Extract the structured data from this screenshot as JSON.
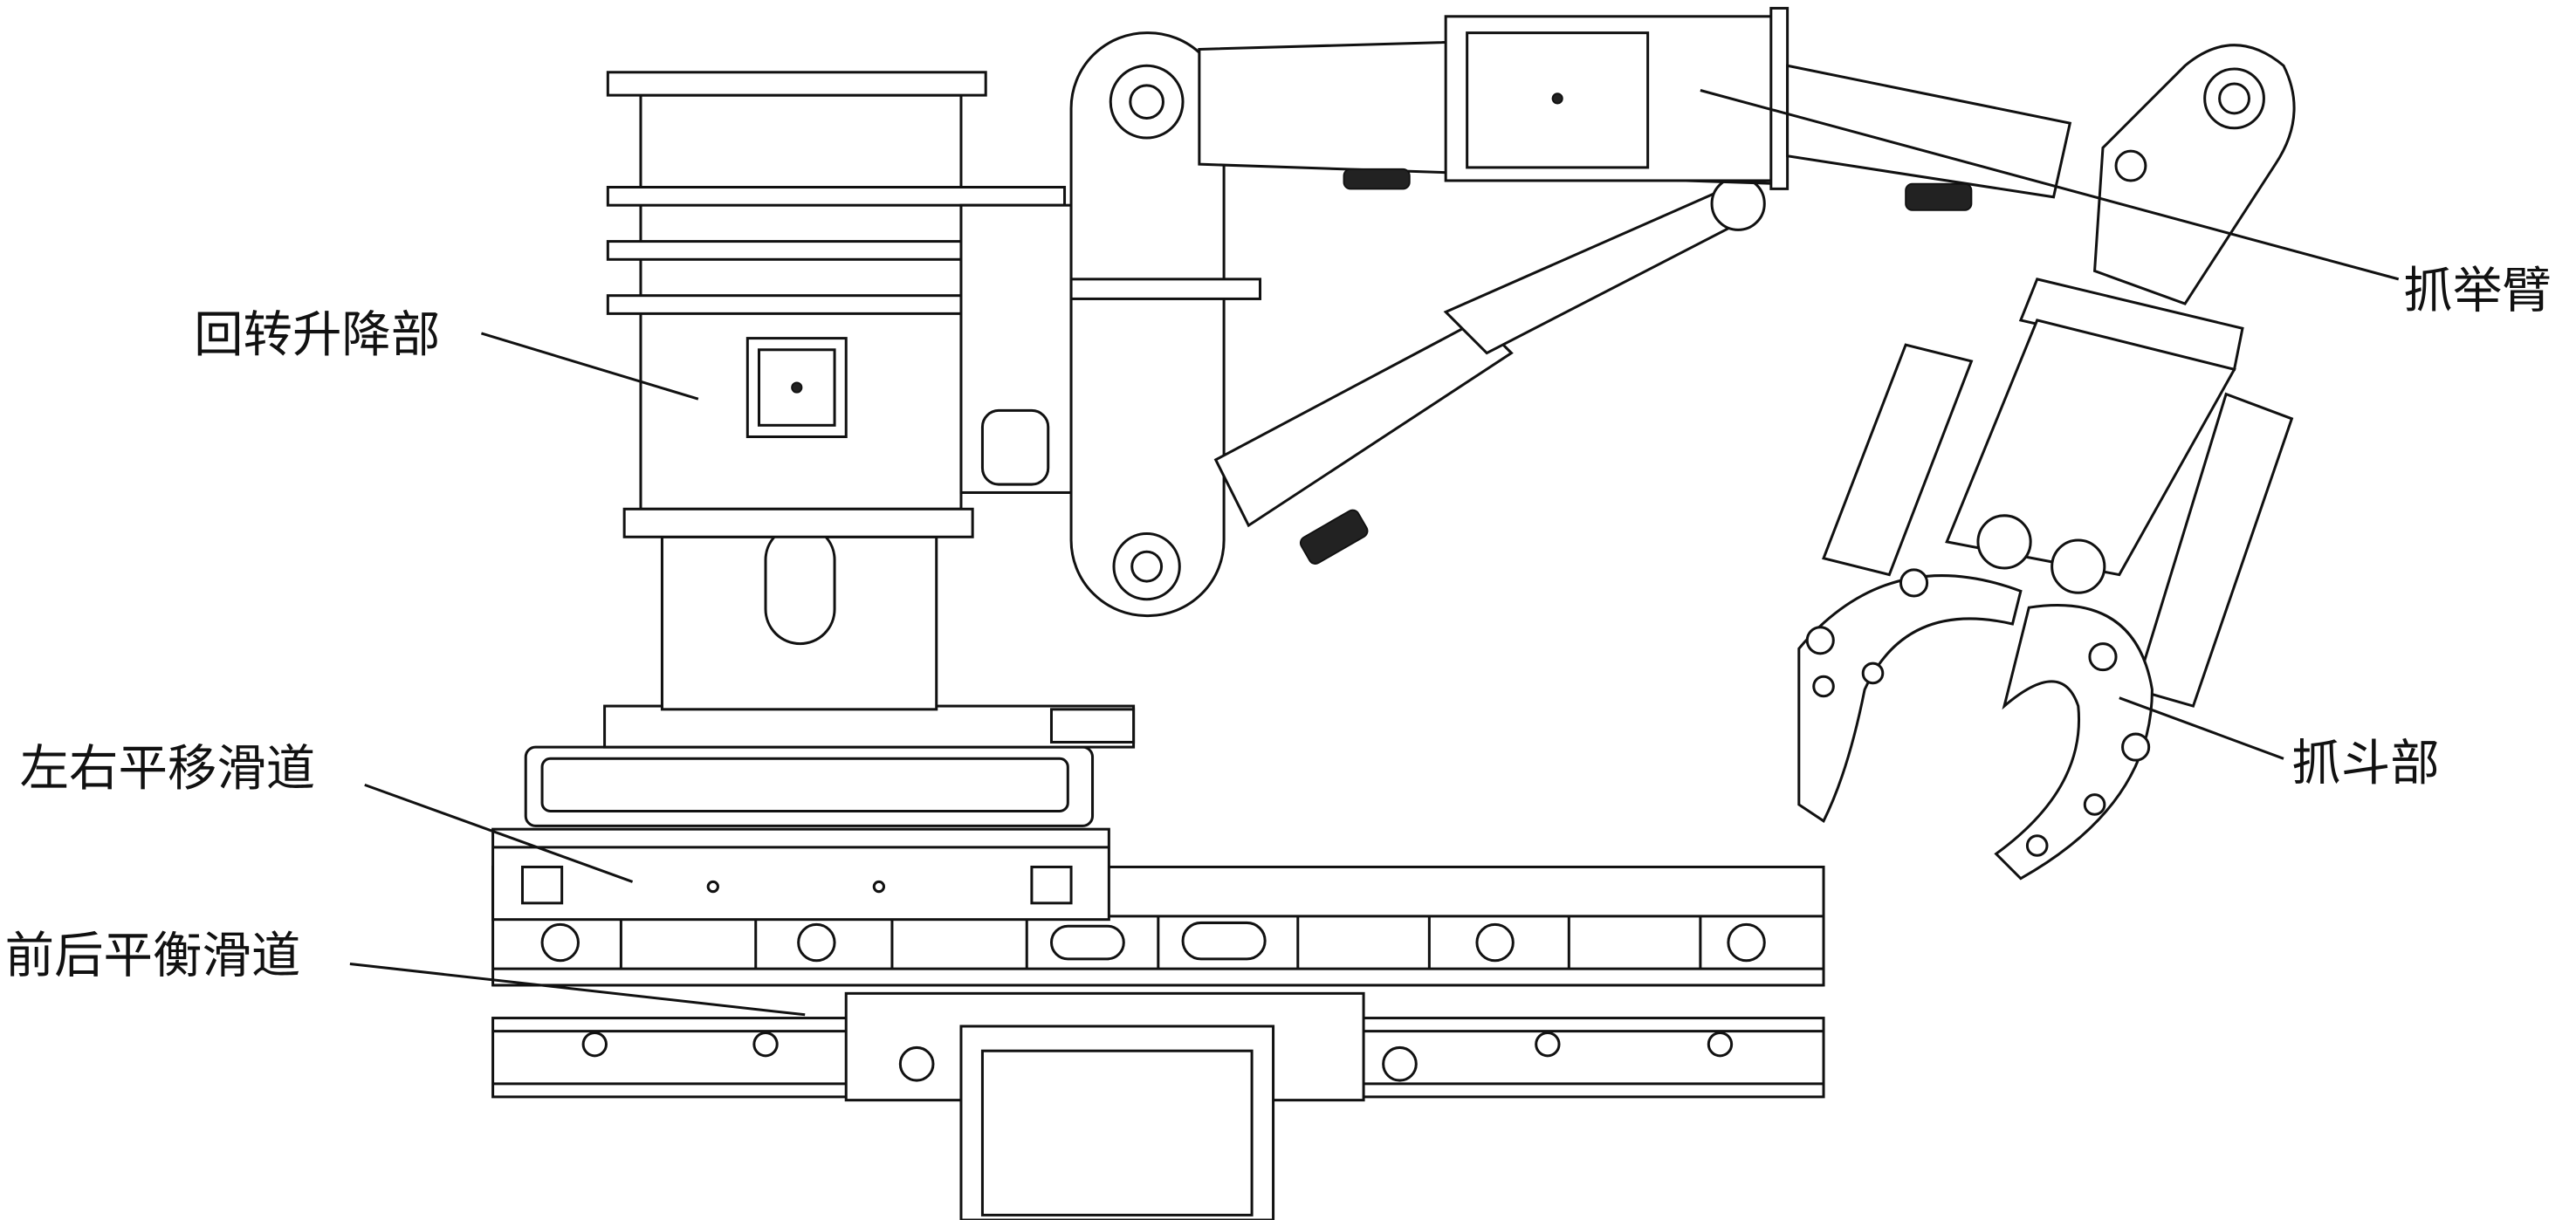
{
  "figure": {
    "labels": {
      "rotary_lift": "回转升降部",
      "gripper_arm": "抓举臂",
      "lateral_rail": "左右平移滑道",
      "balance_rail": "前后平衡滑道",
      "grab_bucket": "抓斗部"
    },
    "line_color": "#111111",
    "background": "#ffffff"
  }
}
